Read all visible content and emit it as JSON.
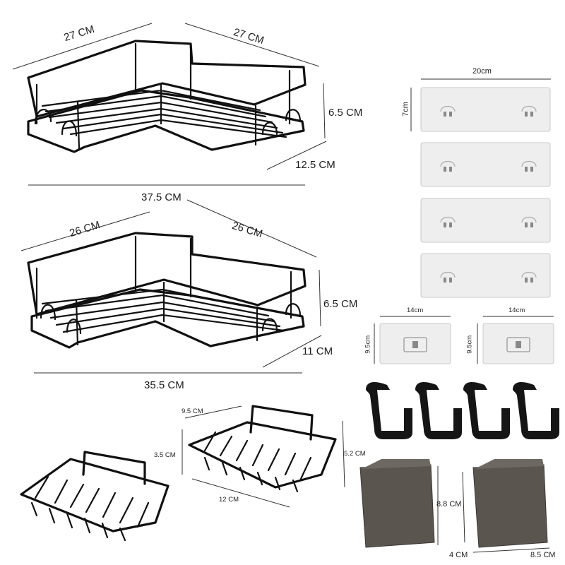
{
  "large_corner_shelf": {
    "side_a": "27 CM",
    "side_b": "27 CM",
    "height": "6.5 CM",
    "depth": "12.5 CM",
    "width": "37.5 CM"
  },
  "small_corner_shelf": {
    "side_a": "26 CM",
    "side_b": "26 CM",
    "height": "6.5 CM",
    "depth": "11 CM",
    "width": "35.5 CM"
  },
  "soap_dish": {
    "depth": "9.5 CM",
    "height_low": "3.5 CM",
    "height_total": "5.2 CM",
    "length": "12 CM"
  },
  "long_adhesive_plate": {
    "width": "20cm",
    "height": "7cm",
    "count": 4
  },
  "square_adhesive_plate": {
    "width_left": "14cm",
    "height_left": "9.5cm",
    "width_right": "14cm",
    "height_right": "9.5cm",
    "count": 2
  },
  "hooks": {
    "count": 4,
    "color": "#151515"
  },
  "storage_cup": {
    "height": "8.8 CM",
    "depth": "4 CM",
    "width": "8.5 CM",
    "color": "#5b5550"
  }
}
